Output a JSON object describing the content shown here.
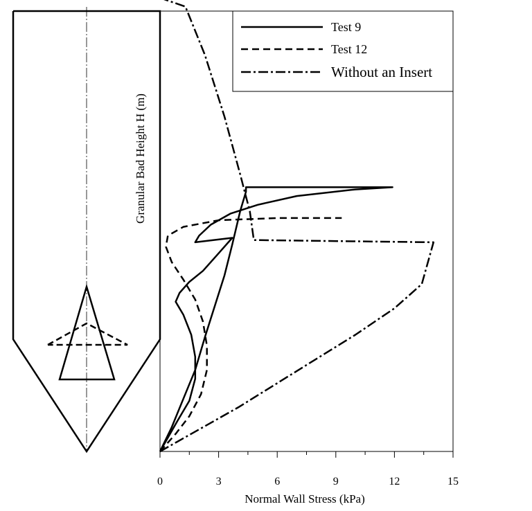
{
  "chart_data": {
    "type": "line",
    "title": "",
    "xlabel": "Normal Wall Stress (kPa)",
    "ylabel": "Granular Bad Height H (m)",
    "xlim": [
      0,
      15
    ],
    "xticks": [
      0,
      3,
      6,
      9,
      12,
      15
    ],
    "grid": false,
    "legend_position": "top-right",
    "series": [
      {
        "name": "Test 9",
        "line_style": "solid",
        "color": "#000000",
        "points": [
          [
            0.0,
            0.0
          ],
          [
            0.6,
            1.1
          ],
          [
            1.2,
            2.4
          ],
          [
            1.8,
            3.7
          ],
          [
            2.3,
            5.2
          ],
          [
            2.8,
            6.6
          ],
          [
            3.3,
            8.0
          ],
          [
            3.7,
            9.4
          ],
          [
            4.1,
            10.9
          ],
          [
            4.4,
            11.8
          ],
          [
            4.4,
            12.0
          ],
          [
            11.9,
            12.0
          ],
          [
            10.0,
            11.9
          ],
          [
            7.0,
            11.6
          ],
          [
            5.0,
            11.2
          ],
          [
            3.6,
            10.8
          ],
          [
            2.6,
            10.3
          ],
          [
            2.0,
            9.8
          ],
          [
            1.8,
            9.5
          ],
          [
            3.7,
            9.7
          ],
          [
            3.0,
            9.0
          ],
          [
            2.2,
            8.2
          ],
          [
            1.5,
            7.7
          ],
          [
            1.0,
            7.2
          ],
          [
            0.8,
            6.8
          ],
          [
            1.2,
            6.2
          ],
          [
            1.6,
            5.3
          ],
          [
            1.8,
            4.3
          ],
          [
            1.8,
            3.3
          ],
          [
            1.5,
            2.3
          ],
          [
            0.9,
            1.4
          ],
          [
            0.0,
            0.0
          ]
        ]
      },
      {
        "name": "Test 12",
        "line_style": "dashed",
        "color": "#000000",
        "points": [
          [
            0.0,
            0.0
          ],
          [
            0.8,
            0.8
          ],
          [
            1.5,
            1.6
          ],
          [
            2.1,
            2.6
          ],
          [
            2.4,
            3.7
          ],
          [
            2.4,
            4.8
          ],
          [
            2.2,
            5.9
          ],
          [
            1.8,
            6.9
          ],
          [
            1.2,
            7.8
          ],
          [
            0.6,
            8.6
          ],
          [
            0.3,
            9.3
          ],
          [
            0.4,
            9.8
          ],
          [
            1.2,
            10.2
          ],
          [
            3.0,
            10.5
          ],
          [
            6.0,
            10.6
          ],
          [
            9.3,
            10.6
          ]
        ]
      },
      {
        "name": "Without an Insert",
        "line_style": "dash-dot",
        "color": "#000000",
        "points": [
          [
            0.0,
            0.0
          ],
          [
            2.0,
            1.0
          ],
          [
            4.0,
            2.0
          ],
          [
            6.0,
            3.1
          ],
          [
            8.0,
            4.2
          ],
          [
            10.0,
            5.3
          ],
          [
            12.0,
            6.5
          ],
          [
            13.4,
            7.6
          ],
          [
            14.0,
            9.5
          ],
          [
            4.8,
            9.6
          ],
          [
            4.6,
            10.9
          ],
          [
            4.1,
            12.6
          ],
          [
            3.3,
            15.2
          ],
          [
            2.3,
            18.0
          ],
          [
            1.3,
            20.2
          ],
          [
            0.0,
            20.6
          ]
        ]
      }
    ]
  },
  "legend": {
    "items": [
      "Test 9",
      "Test 12",
      "Without an Insert"
    ]
  }
}
